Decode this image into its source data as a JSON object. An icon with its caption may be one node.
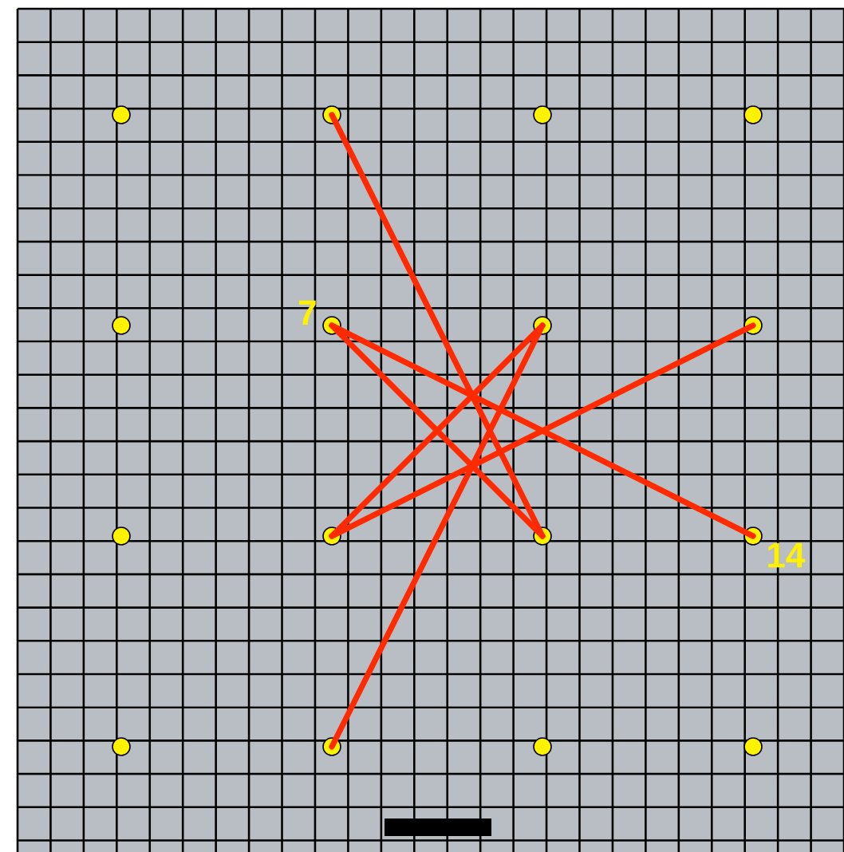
{
  "diagram": {
    "nodes": [
      {
        "text": [],
        "shape": "circle"
      },
      {
        "text": [],
        "shape": "circle"
      },
      {
        "text": [],
        "shape": "circle"
      },
      {
        "text": [],
        "shape": "circle"
      },
      {
        "text": [],
        "shape": "circle"
      },
      {
        "text": [],
        "shape": "circle",
        "beside": [
          "7"
        ]
      },
      {
        "text": [],
        "shape": "circle"
      },
      {
        "text": [],
        "shape": "circle"
      },
      {
        "text": [],
        "shape": "circle"
      },
      {
        "text": [],
        "shape": "circle"
      },
      {
        "text": [],
        "shape": "circle"
      },
      {
        "text": [],
        "shape": "circle",
        "beside": [
          "14"
        ]
      },
      {
        "text": [],
        "shape": "circle"
      },
      {
        "text": [],
        "shape": "circle"
      },
      {
        "text": [],
        "shape": "circle"
      },
      {
        "text": [],
        "shape": "circle"
      }
    ],
    "edges": [
      {
        "from": 1,
        "to": 10,
        "arrow": "none"
      },
      {
        "from": 5,
        "to": 10,
        "arrow": "none"
      },
      {
        "from": 5,
        "to": 11,
        "arrow": "none"
      },
      {
        "from": 6,
        "to": 9,
        "arrow": "none"
      },
      {
        "from": 6,
        "to": 13,
        "arrow": "none"
      },
      {
        "from": 7,
        "to": 9,
        "arrow": "none"
      }
    ]
  }
}
